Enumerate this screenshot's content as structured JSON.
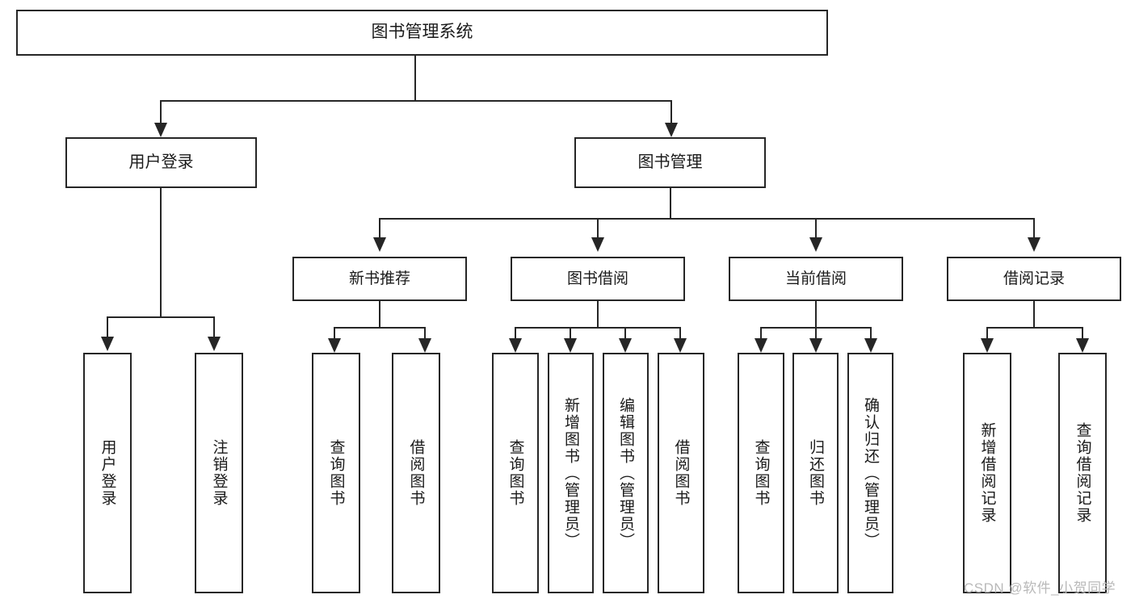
{
  "diagram": {
    "title": "图书管理系统",
    "root": {
      "label": "图书管理系统"
    },
    "level2": [
      {
        "label": "用户登录"
      },
      {
        "label": "图书管理"
      }
    ],
    "level3": [
      {
        "label": "新书推荐"
      },
      {
        "label": "图书借阅"
      },
      {
        "label": "当前借阅"
      },
      {
        "label": "借阅记录"
      }
    ],
    "leaves": [
      {
        "label": "用户登录"
      },
      {
        "label": "注销登录"
      },
      {
        "label": "查询图书"
      },
      {
        "label": "借阅图书"
      },
      {
        "label": "查询图书"
      },
      {
        "label": "新增图书（管理员）"
      },
      {
        "label": "编辑图书（管理员）"
      },
      {
        "label": "借阅图书"
      },
      {
        "label": "查询图书"
      },
      {
        "label": "归还图书"
      },
      {
        "label": "确认归还（管理员）"
      },
      {
        "label": "新增借阅记录"
      },
      {
        "label": "查询借阅记录"
      }
    ]
  },
  "watermark": {
    "text": "CSDN @软件_小贺同学"
  },
  "colors": {
    "stroke": "#262626",
    "fill": "#ffffff",
    "text": "#1a1a1a",
    "watermark": "#b9b9b9"
  }
}
